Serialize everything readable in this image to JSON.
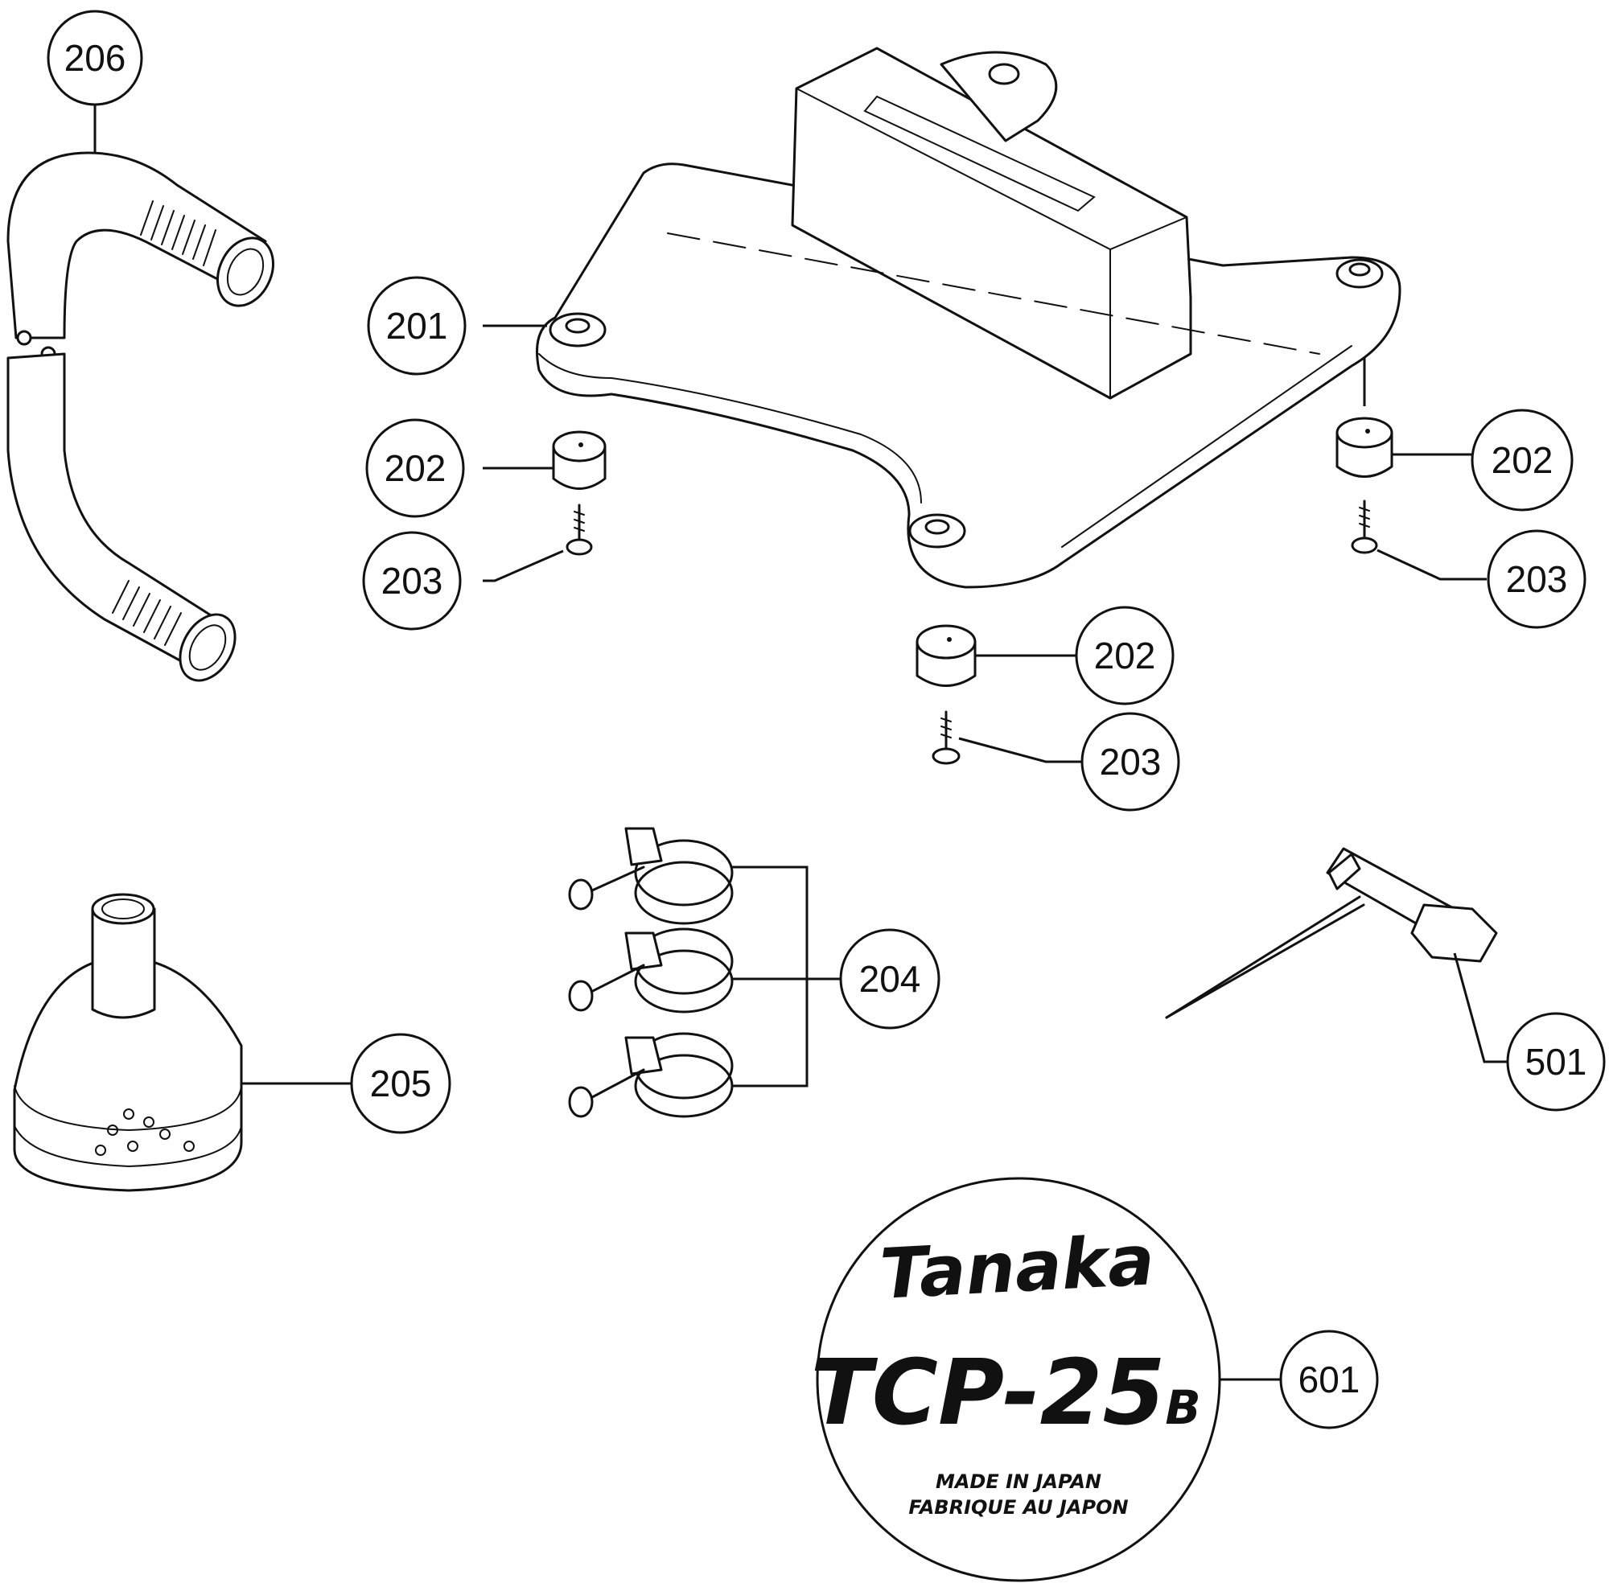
{
  "callouts": {
    "c206": "206",
    "c201": "201",
    "c202_left": "202",
    "c203_left": "203",
    "c202_right": "202",
    "c203_right": "203",
    "c202_center": "202",
    "c203_center": "203",
    "c204": "204",
    "c205": "205",
    "c501": "501",
    "c601": "601"
  },
  "decal": {
    "brand": "Tanaka",
    "model": "TCP-25",
    "model_suffix": "B",
    "line1": "MADE IN JAPAN",
    "line2": "FABRIQUE AU JAPON"
  }
}
